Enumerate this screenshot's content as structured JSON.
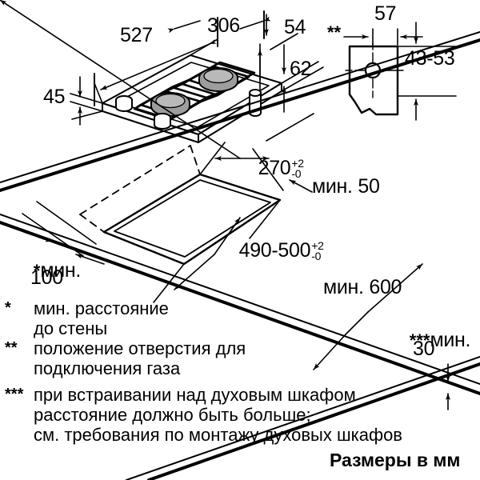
{
  "document": {
    "type": "installation-dimension-diagram",
    "product": "two-burner gas cooktop (domino)",
    "units_note": "Размеры в мм"
  },
  "dimensions": {
    "width_527": "527",
    "depth_306": "306",
    "height_45": "45",
    "offset_54": "54",
    "height_62": "62",
    "bracket_57": "57",
    "bracket_43_53": "43-53",
    "cutout_depth_270": "270",
    "cutout_width_490_500": "490-500",
    "tolerance_plus": "+2",
    "tolerance_minus": "-0",
    "min_50": "мин. 50",
    "min_100": "мин.",
    "min_100_value": "100",
    "min_600": "мин. 600",
    "min_30": "мин.",
    "min_30_value": "30"
  },
  "markers": {
    "one_star": "*",
    "two_star": "**",
    "three_star": "***"
  },
  "legend": [
    {
      "mark": "*",
      "lines": [
        "мин. расстояние",
        "до стены"
      ]
    },
    {
      "mark": "**",
      "lines": [
        "положение отверстия для",
        "подключения газа"
      ]
    },
    {
      "mark": "***",
      "lines": [
        "при встраивании над духовым шкафом",
        "расстояние должно быть больше;",
        "см. требования по монтажу духовых шкафов"
      ]
    }
  ],
  "colors": {
    "line": "#000000",
    "background": "#ffffff",
    "burner_cap": "#9d9d9d",
    "burner_cap_light": "#c8c8c8"
  }
}
